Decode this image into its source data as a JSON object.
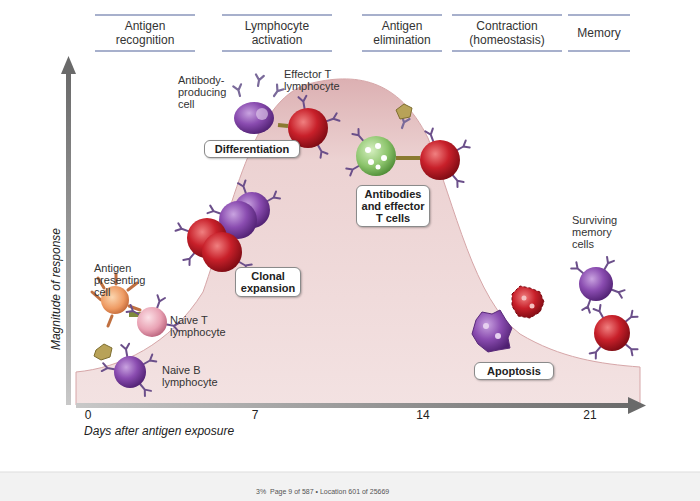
{
  "diagram": {
    "nodes": [
      {
        "text": [
          "Differentiation"
        ]
      },
      {
        "text": [
          "Clonal expansion"
        ]
      },
      {
        "text": [
          "Antibodies and effector T cells"
        ]
      },
      {
        "text": [
          "Apoptosis"
        ]
      }
    ],
    "labels": [
      "Antigen recognition",
      "Lymphocyte activation",
      "Antigen elimination",
      "Contraction (homeostasis)",
      "Memory",
      "Antibody-producing cell",
      "Effector T lymphocyte",
      "Antigen presenting cell",
      "Naive T lymphocyte",
      "Naive B lymphocyte",
      "Surviving memory cells",
      "Magnitude of response",
      "0",
      "7",
      "14",
      "21",
      "Days after antigen exposure",
      "3%",
      "Page 9 of 587 • Location 601 of 25669"
    ]
  }
}
